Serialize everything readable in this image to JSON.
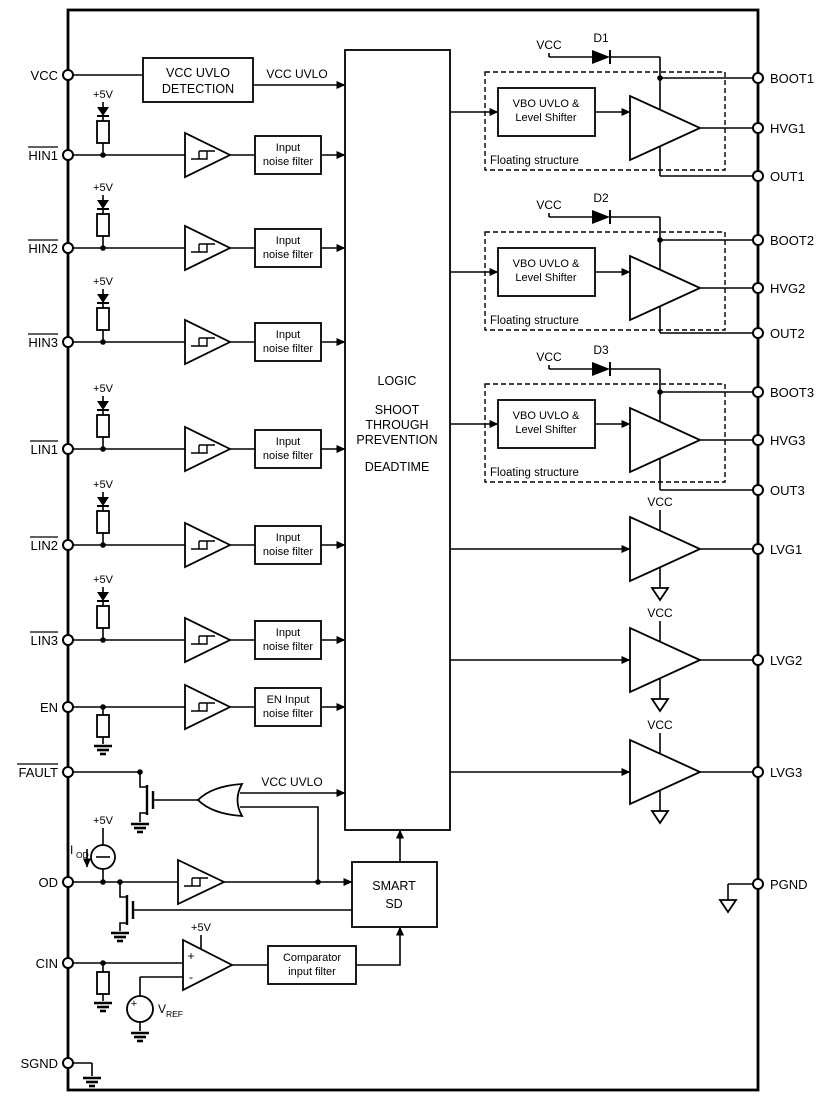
{
  "pins": {
    "left": [
      "VCC",
      "HIN1",
      "HIN2",
      "HIN3",
      "LIN1",
      "LIN2",
      "LIN3",
      "EN",
      "FAULT",
      "OD",
      "CIN",
      "SGND"
    ],
    "right": [
      "BOOT1",
      "HVG1",
      "OUT1",
      "BOOT2",
      "HVG2",
      "OUT2",
      "BOOT3",
      "HVG3",
      "OUT3",
      "LVG1",
      "LVG2",
      "LVG3",
      "PGND"
    ]
  },
  "blocks": {
    "vcc_uvlo_detection": [
      "VCC UVLO",
      "DETECTION"
    ],
    "logic": [
      "LOGIC",
      "SHOOT",
      "THROUGH",
      "PREVENTION",
      "DEADTIME"
    ],
    "input_noise_filter": [
      "Input",
      "noise filter"
    ],
    "en_input_noise_filter": [
      "EN Input",
      "noise filter"
    ],
    "vbo_uvlo_level_shifter": [
      "VBO UVLO &",
      "Level Shifter"
    ],
    "floating_structure": "Floating structure",
    "smart_sd": [
      "SMART",
      "SD"
    ],
    "comparator_input_filter": [
      "Comparator",
      "input filter"
    ]
  },
  "nets": {
    "vcc": "VCC",
    "vcc_uvlo": "VCC UVLO",
    "plus5v": "+5V"
  },
  "components": {
    "diodes": [
      "D1",
      "D2",
      "D3"
    ],
    "iod_label": {
      "main": "I",
      "sub": "OD"
    },
    "vref_label": {
      "main": "V",
      "sub": "REF"
    },
    "comparator_plus": "+",
    "comparator_minus": "-",
    "vref_plus": "+"
  },
  "colors": {
    "line": "#000000",
    "background": "#ffffff"
  }
}
